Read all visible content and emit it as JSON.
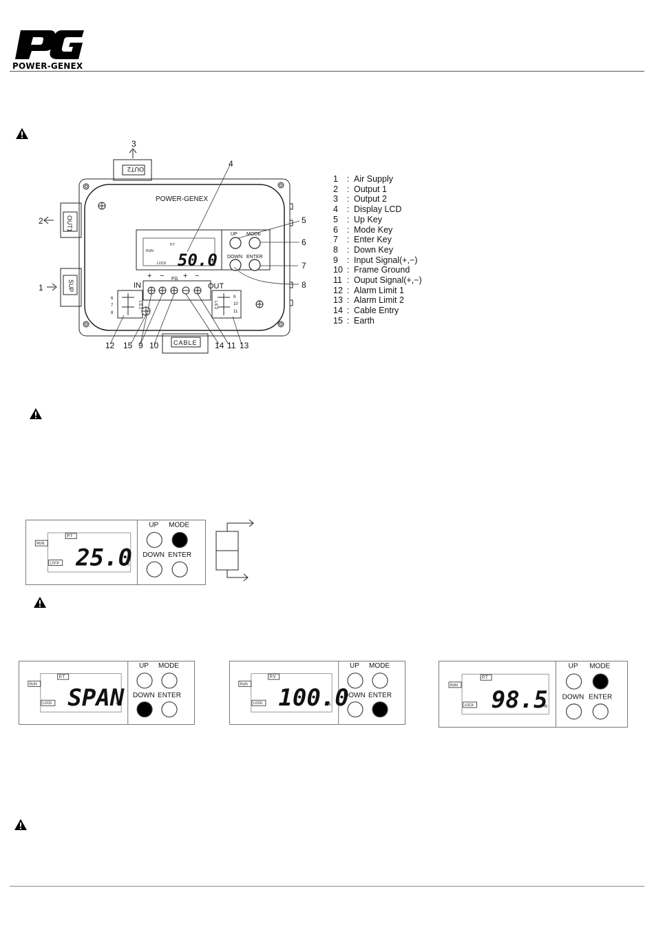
{
  "brand": {
    "name": "POWER-GENEX",
    "logo_letters": "PG"
  },
  "diagram": {
    "device_label": "POWER-GENEX",
    "port_out2": "OUT2",
    "port_out1": "OUT1",
    "port_sup": "SUP",
    "cable_label": "CABLE",
    "in_label": "IN",
    "out_label": "OUT",
    "fg_label": "FG",
    "ls1_label": "LS 1",
    "ls2_label": "LS 2",
    "plus": "+",
    "minus": "−",
    "term_left": [
      "6",
      "7",
      "8"
    ],
    "term_right": [
      "9",
      "10",
      "11"
    ],
    "lcd_value": "50.0",
    "lcd_tag": "P.T",
    "run": "RUN",
    "lock": "LOCK",
    "pct": "%",
    "key_up": "UP",
    "key_mode": "MODE",
    "key_down": "DOWN",
    "key_enter": "ENTER",
    "callouts": [
      "1",
      "2",
      "3",
      "4",
      "5",
      "6",
      "7",
      "8",
      "12",
      "15",
      "9",
      "10",
      "14",
      "11",
      "13"
    ]
  },
  "legend": [
    {
      "num": "1",
      "sep": ":",
      "text": "Air Supply"
    },
    {
      "num": "2",
      "sep": ":",
      "text": "Output 1"
    },
    {
      "num": "3",
      "sep": ":",
      "text": "Output 2"
    },
    {
      "num": "4",
      "sep": ":",
      "text": "Display LCD"
    },
    {
      "num": "5",
      "sep": ":",
      "text": "Up Key"
    },
    {
      "num": "6",
      "sep": ":",
      "text": "Mode Key"
    },
    {
      "num": "7",
      "sep": ":",
      "text": "Enter Key"
    },
    {
      "num": "8",
      "sep": ":",
      "text": "Down Key"
    },
    {
      "num": "9",
      "sep": ":",
      "text": "Input Signal(+,−)"
    },
    {
      "num": "10",
      "sep": ":",
      "text": "Frame Ground"
    },
    {
      "num": "11",
      "sep": ":",
      "text": "Ouput Signal(+,−)"
    },
    {
      "num": "12",
      "sep": ":",
      "text": "Alarm Limit 1"
    },
    {
      "num": "13",
      "sep": ":",
      "text": "Alarm Limit 2"
    },
    {
      "num": "14",
      "sep": ":",
      "text": "Cable Entry"
    },
    {
      "num": "15",
      "sep": ":",
      "text": "Earth"
    }
  ],
  "panels": [
    {
      "value": "25.0",
      "tag": "P.T",
      "run": "RUN",
      "lock": "LOCK",
      "pct": "%",
      "up": "UP",
      "mode": "MODE",
      "down": "DOWN",
      "enter": "ENTER",
      "pressed": [
        "mode"
      ]
    },
    {
      "value": "SPAN",
      "tag": "P.T",
      "run": "RUN",
      "lock": "LOCK",
      "pct": "%",
      "up": "UP",
      "mode": "MODE",
      "down": "DOWN",
      "enter": "ENTER",
      "pressed": [
        "down"
      ]
    },
    {
      "value": "100.0",
      "tag": "P.V",
      "run": "RUN",
      "lock": "LOCK",
      "pct": "%",
      "up": "UP",
      "mode": "MODE",
      "down": "DOWN",
      "enter": "ENTER",
      "pressed": [
        "enter"
      ]
    },
    {
      "value": "98.5",
      "tag": "P.T",
      "run": "RUN",
      "lock": "LOCK",
      "pct": "%",
      "up": "UP",
      "mode": "MODE",
      "down": "DOWN",
      "enter": "ENTER",
      "pressed": [
        "mode"
      ]
    }
  ]
}
